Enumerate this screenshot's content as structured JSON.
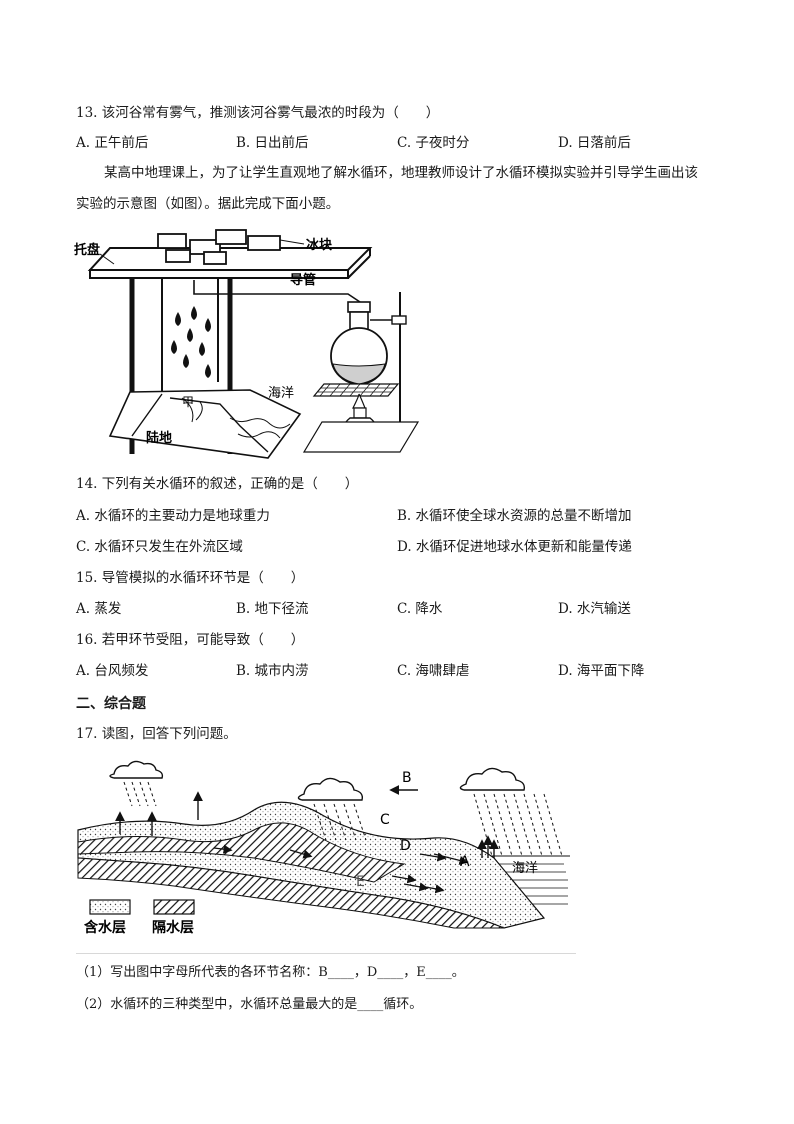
{
  "q13": {
    "stem": "13. 该河谷常有雾气，推测该河谷雾气最浓的时段为（　　）",
    "options": [
      "A. 正午前后",
      "B. 日出前后",
      "C. 子夜时分",
      "D. 日落前后"
    ]
  },
  "intro": {
    "line1": "某高中地理课上，为了让学生直观地了解水循环，地理教师设计了水循环模拟实验并引导学生画出该",
    "line2": "实验的示意图（如图）。据此完成下面小题。"
  },
  "figure1": {
    "labels": {
      "tray": "托盘",
      "ice": "冰块",
      "tube": "导管",
      "ocean": "海洋",
      "jia": "甲",
      "land": "陆地"
    }
  },
  "q14": {
    "stem": "14. 下列有关水循环的叙述，正确的是（　　）",
    "options": [
      "A. 水循环的主要动力是地球重力",
      "B. 水循环使全球水资源的总量不断增加",
      "C. 水循环只发生在外流区域",
      "D. 水循环促进地球水体更新和能量传递"
    ]
  },
  "q15": {
    "stem": "15. 导管模拟的水循环环节是（　　）",
    "options": [
      "A. 蒸发",
      "B. 地下径流",
      "C. 降水",
      "D. 水汽输送"
    ]
  },
  "q16": {
    "stem": "16. 若甲环节受阻，可能导致（　　）",
    "options": [
      "A. 台风频发",
      "B. 城市内涝",
      "C. 海啸肆虐",
      "D. 海平面下降"
    ]
  },
  "section2": {
    "title": "二、综合题"
  },
  "q17": {
    "stem": "17. 读图，回答下列问题。",
    "sub1": "（1）写出图中字母所代表的各环节名称：B____，D____，E____。",
    "sub2": "（2）水循环的三种类型中，水循环总量最大的是____循环。"
  },
  "figure2": {
    "labels": {
      "A": "A",
      "B": "B",
      "C": "C",
      "D": "D",
      "E": "E",
      "ocean": "海洋",
      "aquifer": "含水层",
      "aquiclude": "隔水层"
    }
  }
}
